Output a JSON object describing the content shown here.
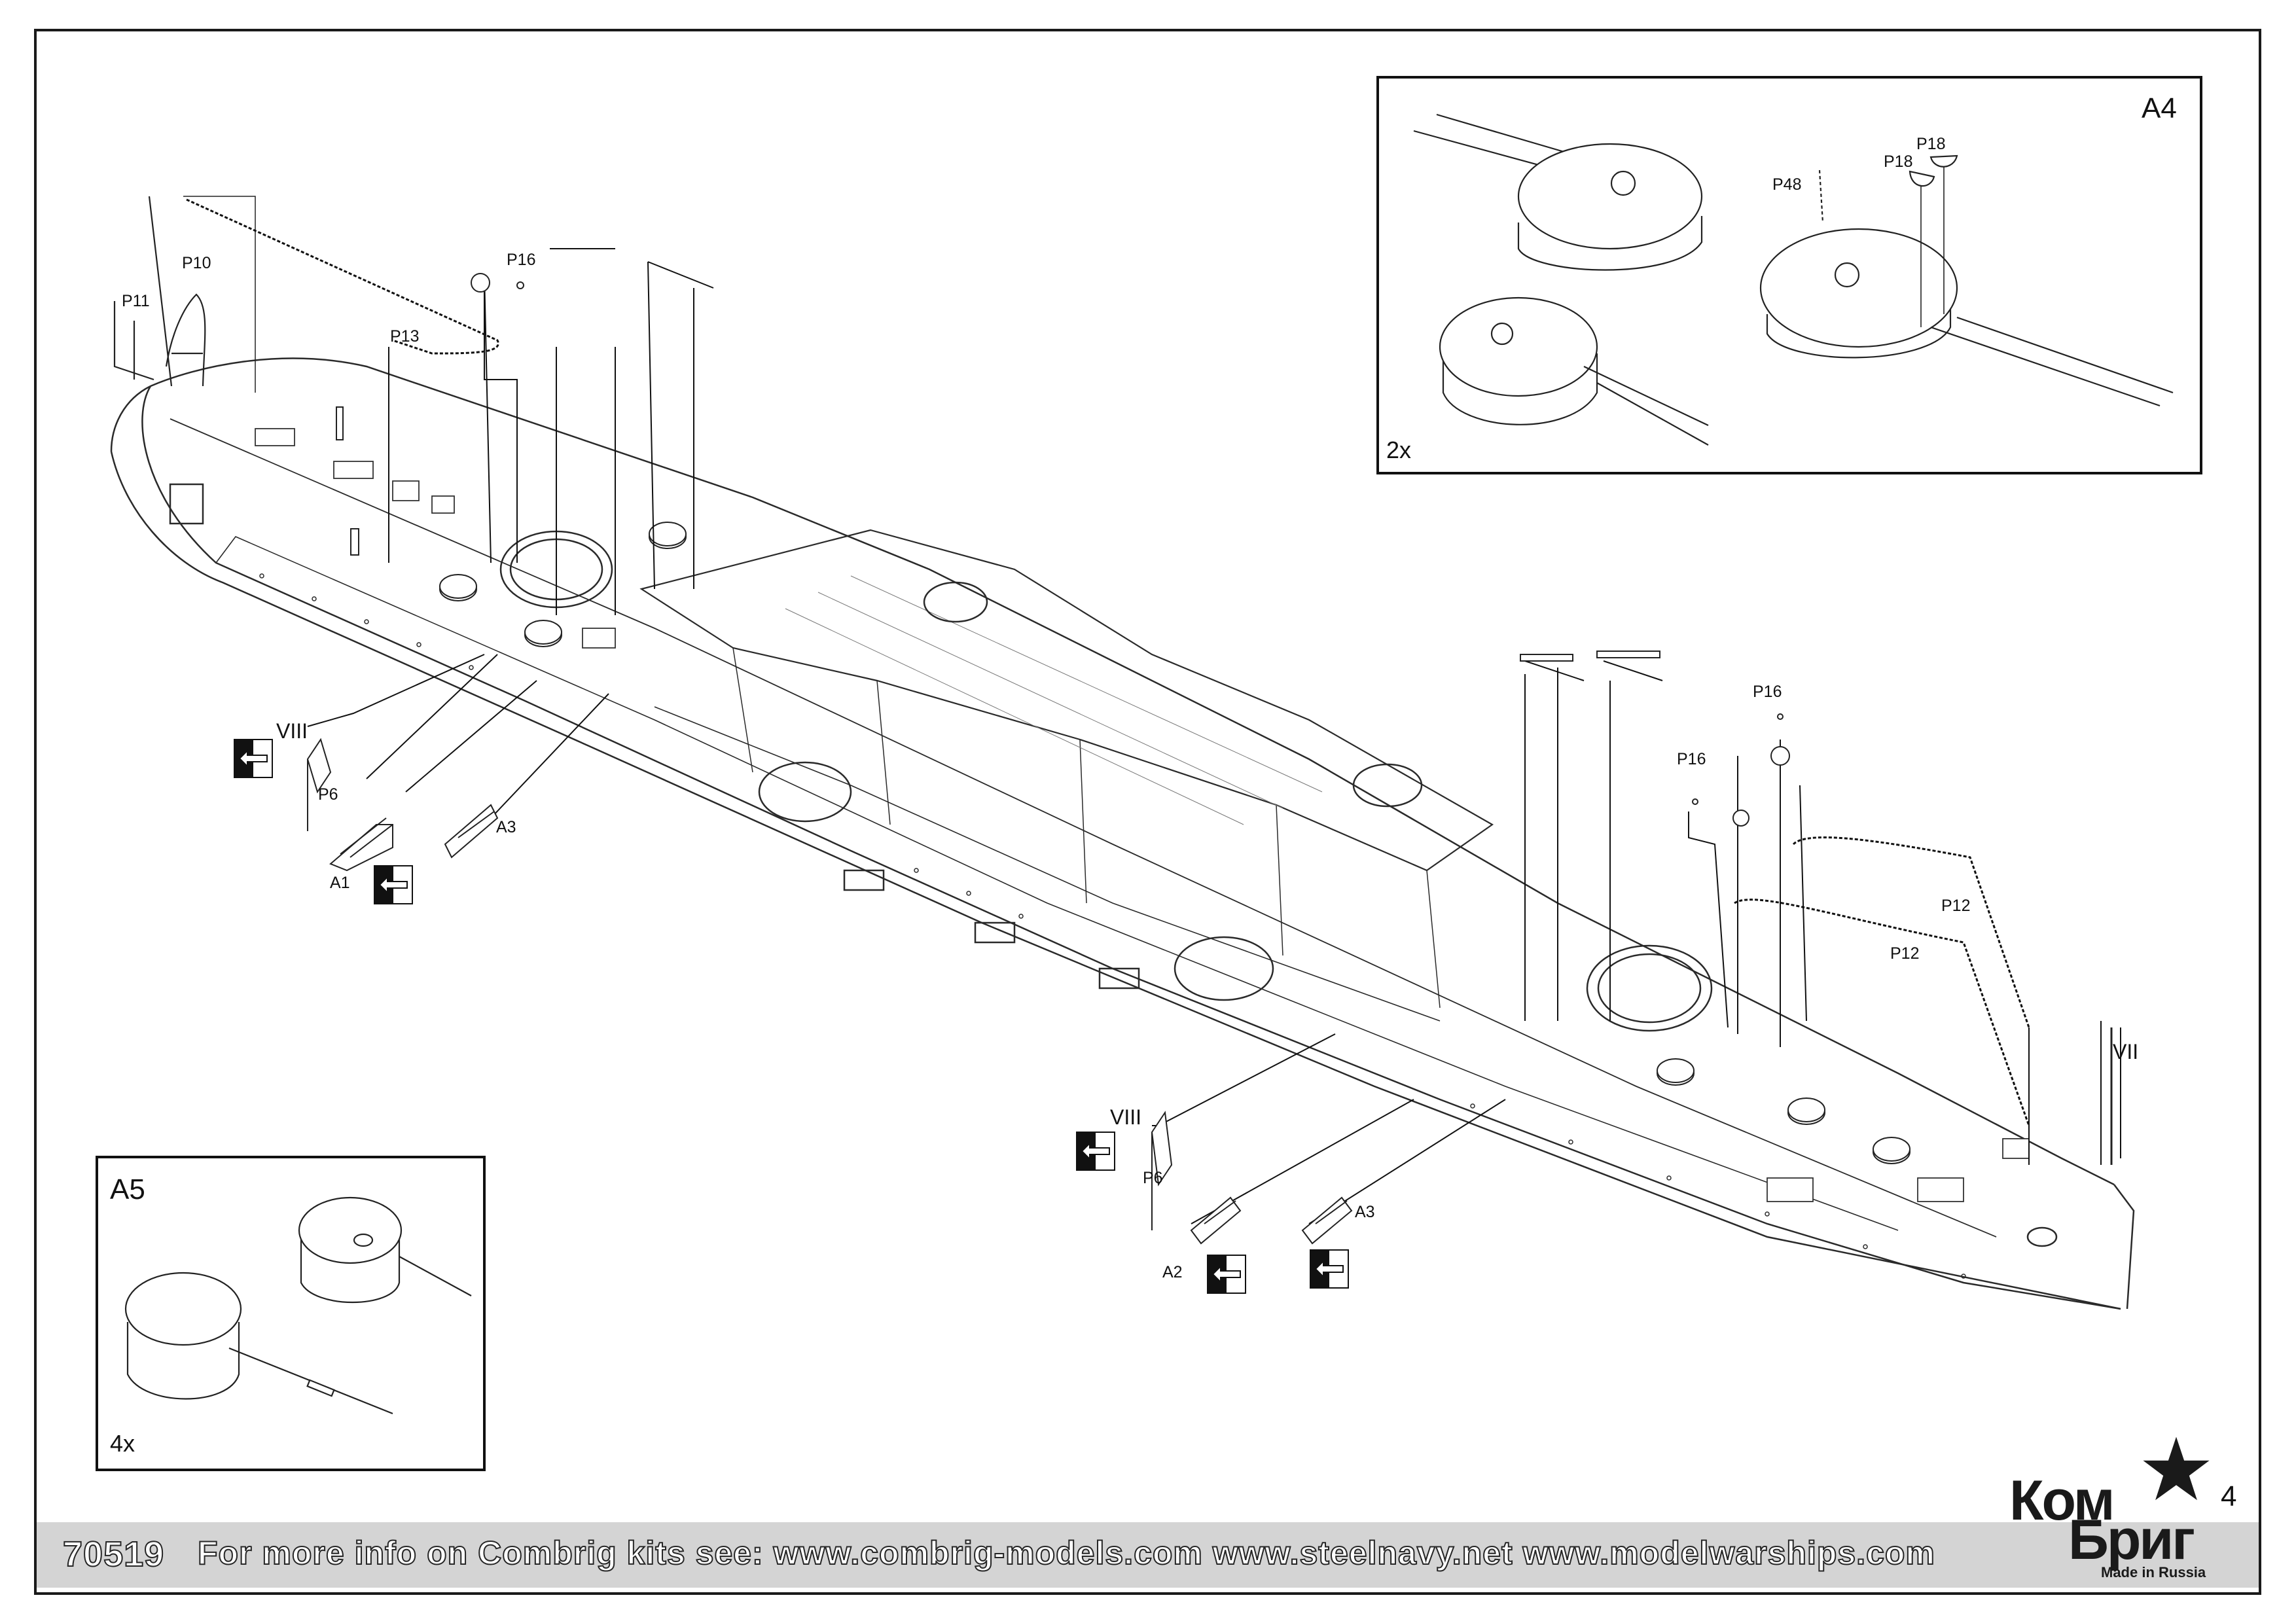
{
  "insets": {
    "a4": {
      "title": "A4",
      "count": "2x",
      "labels": {
        "p48": "P48",
        "p18_a": "P18",
        "p18_b": "P18"
      }
    },
    "a5": {
      "title": "A5",
      "count": "4x"
    }
  },
  "parts": {
    "p10": "P10",
    "p11": "P11",
    "p13": "P13",
    "p16_aft": "P16",
    "p16_fwd_a": "P16",
    "p16_fwd_b": "P16",
    "p12_a": "P12",
    "p12_b": "P12",
    "viii_aft": "VIII",
    "viii_fwd": "VIII",
    "vii": "VII",
    "p6_aft": "P6",
    "p6_fwd": "P6",
    "a1": "A1",
    "a2": "A2",
    "a3_aft": "A3",
    "a3_fwd": "A3"
  },
  "footer": {
    "kit_number": "70519",
    "info": "For more info on Combrig kits see: www.combrig-models.com www.steelnavy.net  www.modelwarships.com"
  },
  "logo": {
    "line1": "Ком",
    "line2": "Бриг",
    "made": "Made in Russia"
  },
  "page_number": "4",
  "icons": [
    "port-side-arrow-icon",
    "star-logo-icon"
  ]
}
